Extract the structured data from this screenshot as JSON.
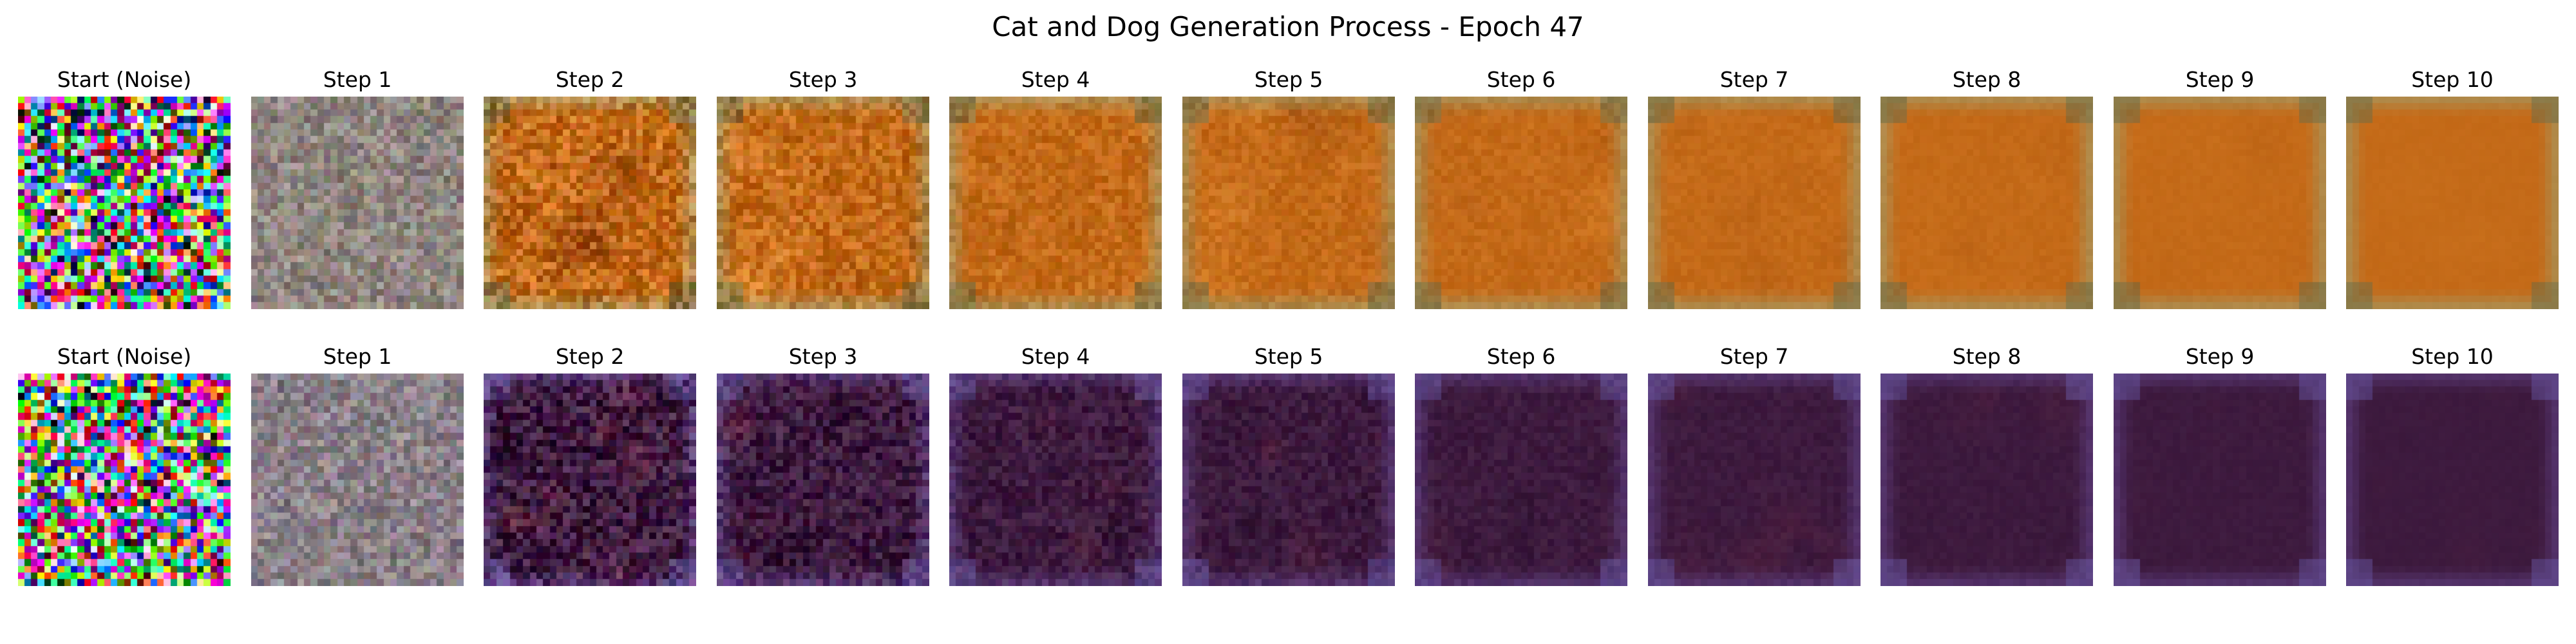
{
  "title": "Cat and Dog Generation Process - Epoch 47",
  "rows": [
    {
      "panels": [
        {
          "label": "Start (Noise)",
          "style": "noise",
          "noise_level": 1.0,
          "sharpness": 1.0
        },
        {
          "label": "Step 1",
          "style": "washed",
          "noise_level": 0.9,
          "sharpness": 1.0
        },
        {
          "label": "Step 2",
          "style": "image",
          "noise_level": 0.6,
          "sharpness": 0.8
        },
        {
          "label": "Step 3",
          "style": "image",
          "noise_level": 0.45,
          "sharpness": 0.65
        },
        {
          "label": "Step 4",
          "style": "image",
          "noise_level": 0.3,
          "sharpness": 0.5
        },
        {
          "label": "Step 5",
          "style": "image",
          "noise_level": 0.22,
          "sharpness": 0.4
        },
        {
          "label": "Step 6",
          "style": "image",
          "noise_level": 0.15,
          "sharpness": 0.3
        },
        {
          "label": "Step 7",
          "style": "image",
          "noise_level": 0.1,
          "sharpness": 0.2
        },
        {
          "label": "Step 8",
          "style": "image",
          "noise_level": 0.07,
          "sharpness": 0.15
        },
        {
          "label": "Step 9",
          "style": "image",
          "noise_level": 0.05,
          "sharpness": 0.1
        },
        {
          "label": "Step 10",
          "style": "image",
          "noise_level": 0.03,
          "sharpness": 0.08
        }
      ],
      "colors": {
        "washed_base": "#8f8580",
        "center": "#c46a18",
        "accent": "#e8953a",
        "dark": "#9a4a10",
        "border": "#a8955c",
        "corner": "#5f6a4a"
      }
    },
    {
      "panels": [
        {
          "label": "Start (Noise)",
          "style": "noise",
          "noise_level": 1.0,
          "sharpness": 1.0
        },
        {
          "label": "Step 1",
          "style": "washed",
          "noise_level": 0.9,
          "sharpness": 1.0
        },
        {
          "label": "Step 2",
          "style": "image",
          "noise_level": 0.6,
          "sharpness": 0.8
        },
        {
          "label": "Step 3",
          "style": "image",
          "noise_level": 0.45,
          "sharpness": 0.65
        },
        {
          "label": "Step 4",
          "style": "image",
          "noise_level": 0.3,
          "sharpness": 0.5
        },
        {
          "label": "Step 5",
          "style": "image",
          "noise_level": 0.22,
          "sharpness": 0.4
        },
        {
          "label": "Step 6",
          "style": "image",
          "noise_level": 0.15,
          "sharpness": 0.3
        },
        {
          "label": "Step 7",
          "style": "image",
          "noise_level": 0.1,
          "sharpness": 0.2
        },
        {
          "label": "Step 8",
          "style": "image",
          "noise_level": 0.07,
          "sharpness": 0.15
        },
        {
          "label": "Step 9",
          "style": "image",
          "noise_level": 0.05,
          "sharpness": 0.1
        },
        {
          "label": "Step 10",
          "style": "image",
          "noise_level": 0.03,
          "sharpness": 0.08
        }
      ],
      "colors": {
        "washed_base": "#8a8088",
        "center": "#3d1a3e",
        "accent": "#7a2a3a",
        "dark": "#26102a",
        "border": "#5a3a78",
        "corner": "#6a5aa8"
      }
    }
  ]
}
